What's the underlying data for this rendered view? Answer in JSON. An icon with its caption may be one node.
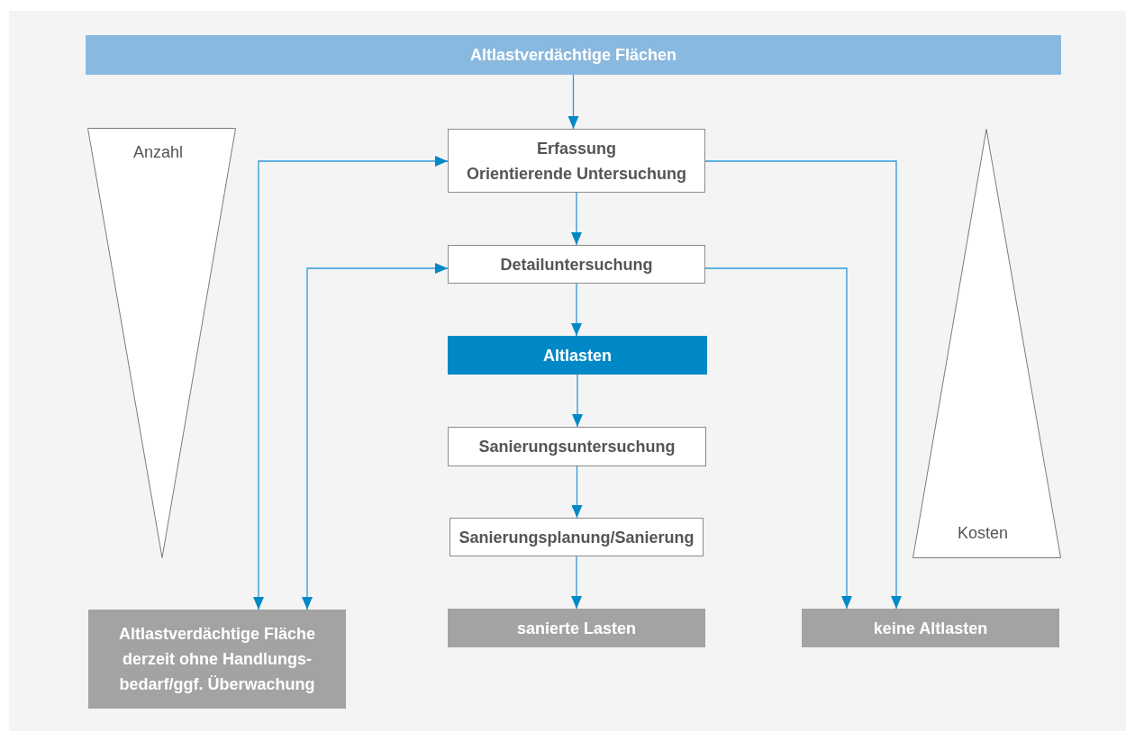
{
  "diagram": {
    "nodes": [
      {
        "text": [
          "Altlastverdächtige Flächen"
        ]
      },
      {
        "text": [
          "Erfassung",
          "Orientierende Untersuchung"
        ]
      },
      {
        "text": [
          "Detailuntersuchung"
        ]
      },
      {
        "text": [
          "Altlasten"
        ]
      },
      {
        "text": [
          "Sanierungsuntersuchung"
        ]
      },
      {
        "text": [
          "Sanierungsplanung/Sanierung"
        ]
      },
      {
        "text": [
          "sanierte Lasten"
        ]
      },
      {
        "text": [
          "Altlastverdächtige Fläche derzeit ohne Handlungs- bedarf/ggf. Überwachung"
        ]
      },
      {
        "text": [
          "keine Altlasten"
        ]
      },
      {
        "text": [
          "Anzahl"
        ]
      },
      {
        "text": [
          "Kosten"
        ]
      }
    ],
    "edges": [
      {
        "from": 0,
        "to": 1,
        "arrow": "to"
      },
      {
        "from": 1,
        "to": 2,
        "arrow": "to"
      },
      {
        "from": 2,
        "to": 3,
        "arrow": "to"
      },
      {
        "from": 3,
        "to": 4,
        "arrow": "to"
      },
      {
        "from": 4,
        "to": 5,
        "arrow": "to"
      },
      {
        "from": 5,
        "to": 6,
        "arrow": "to"
      },
      {
        "from": 7,
        "to": 1,
        "arrow": "both"
      },
      {
        "from": 7,
        "to": 2,
        "arrow": "both"
      },
      {
        "from": 1,
        "to": 8,
        "arrow": "to"
      },
      {
        "from": 2,
        "to": 8,
        "arrow": "to"
      }
    ]
  }
}
